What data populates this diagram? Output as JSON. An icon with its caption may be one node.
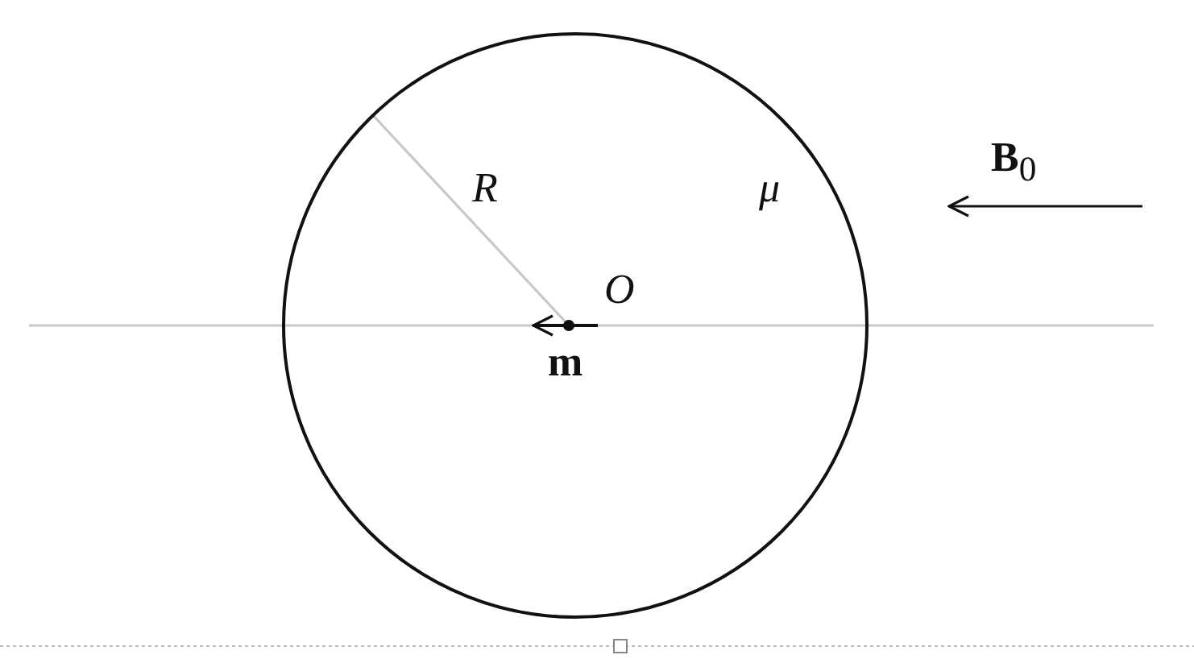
{
  "diagram": {
    "labels": [
      "R",
      "μ",
      "**B**$_{0}$",
      "O",
      "m"
    ]
  }
}
